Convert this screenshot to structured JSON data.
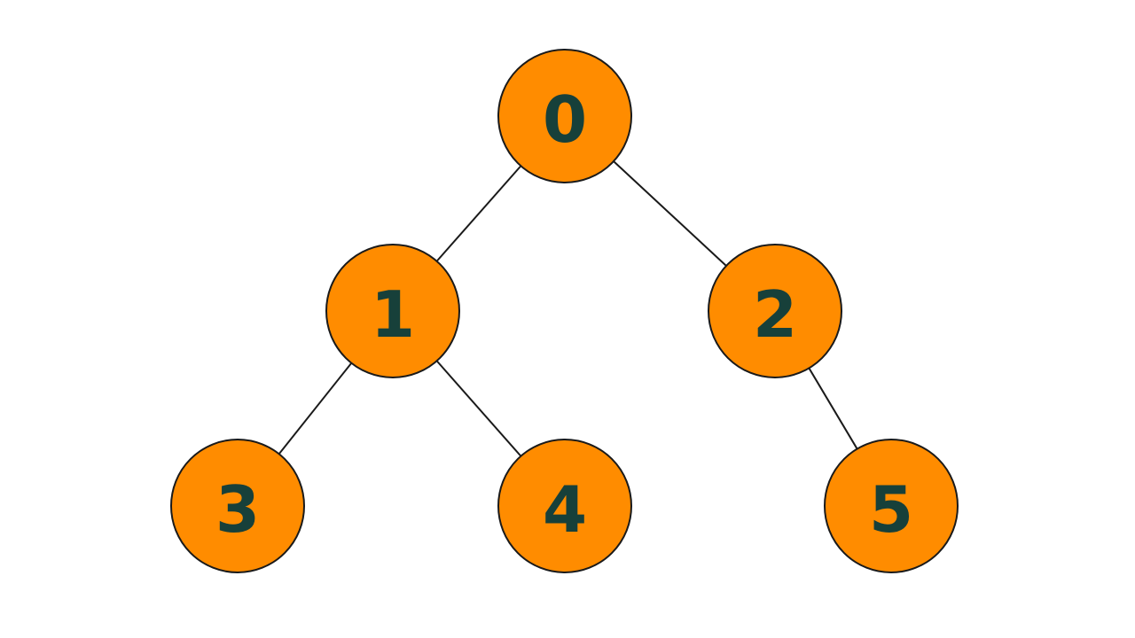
{
  "diagram": {
    "colors": {
      "node_fill": "#FF8C00",
      "node_text": "#17403A",
      "edge": "#1a1a1a",
      "background": "#ffffff"
    },
    "nodes": [
      {
        "id": "n0",
        "label": "0"
      },
      {
        "id": "n1",
        "label": "1"
      },
      {
        "id": "n2",
        "label": "2"
      },
      {
        "id": "n3",
        "label": "3"
      },
      {
        "id": "n4",
        "label": "4"
      },
      {
        "id": "n5",
        "label": "5"
      }
    ],
    "edges": [
      {
        "from": "n0",
        "to": "n1"
      },
      {
        "from": "n0",
        "to": "n2"
      },
      {
        "from": "n1",
        "to": "n3"
      },
      {
        "from": "n1",
        "to": "n4"
      },
      {
        "from": "n2",
        "to": "n5"
      }
    ]
  }
}
